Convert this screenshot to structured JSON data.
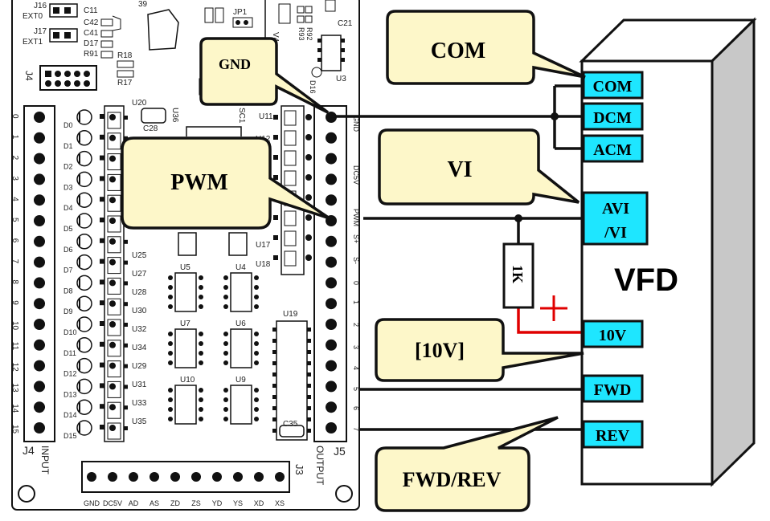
{
  "board": {
    "top_labels": [
      "J16",
      "EXT0",
      "J17",
      "EXT1",
      "C11",
      "C42",
      "C41",
      "D17",
      "R91",
      "R18",
      "R17",
      "J4",
      "JP1",
      "R93",
      "R92",
      "C21",
      "D16",
      "U3",
      "V4"
    ],
    "input_pins": [
      "0",
      "1",
      "2",
      "3",
      "4",
      "5",
      "6",
      "7",
      "8",
      "9",
      "10",
      "11",
      "12",
      "13",
      "14",
      "15"
    ],
    "leds": [
      "D0",
      "D1",
      "D2",
      "D3",
      "D4",
      "D5",
      "D6",
      "D7",
      "D8",
      "D9",
      "D10",
      "D11",
      "D12",
      "D13",
      "D14",
      "D15"
    ],
    "output_pins": [
      "0",
      "1",
      "2",
      "3",
      "4",
      "5",
      "6",
      "7"
    ],
    "power_pins": [
      "GND",
      "DC5V",
      "PWM",
      "S+",
      "S-"
    ],
    "chips_left": [
      "U20",
      "U25",
      "U27",
      "U28",
      "U30",
      "U32",
      "U34",
      "U29",
      "U31",
      "U33",
      "U35"
    ],
    "chips_mid": [
      "U5",
      "U4",
      "U7",
      "U6",
      "U10",
      "U9"
    ],
    "chips_right": [
      "U11",
      "U12",
      "U17",
      "U18",
      "U19"
    ],
    "misc": [
      "C28",
      "U36",
      "SC1",
      "C35"
    ],
    "j4_label": "J4",
    "input_label": "INPUT",
    "j5_label": "J5",
    "output_label": "OUTPUT",
    "j3_label": "J3",
    "j3_pins": [
      "GND",
      "DC5V",
      "AD",
      "AS",
      "ZD",
      "ZS",
      "YD",
      "YS",
      "XD",
      "XS"
    ]
  },
  "callouts": {
    "gnd": "GND",
    "pwm": "PWM",
    "com": "COM",
    "vi": "VI",
    "tenv": "[10V]",
    "fwdrev": "FWD/REV"
  },
  "vfd": {
    "label": "VFD",
    "terminals": {
      "com": "COM",
      "dcm": "DCM",
      "acm": "ACM",
      "avi_line1": "AVI",
      "avi_line2": "/VI",
      "tenv": "10V",
      "fwd": "FWD",
      "rev": "REV"
    }
  },
  "resistor": {
    "label": "1K"
  },
  "colors": {
    "terminal_fill": "#1ee6ff",
    "callout_fill": "#fdf7c9",
    "vfd_side": "#c8c8c8",
    "wire": "#111111",
    "positive_wire": "#e00000"
  }
}
